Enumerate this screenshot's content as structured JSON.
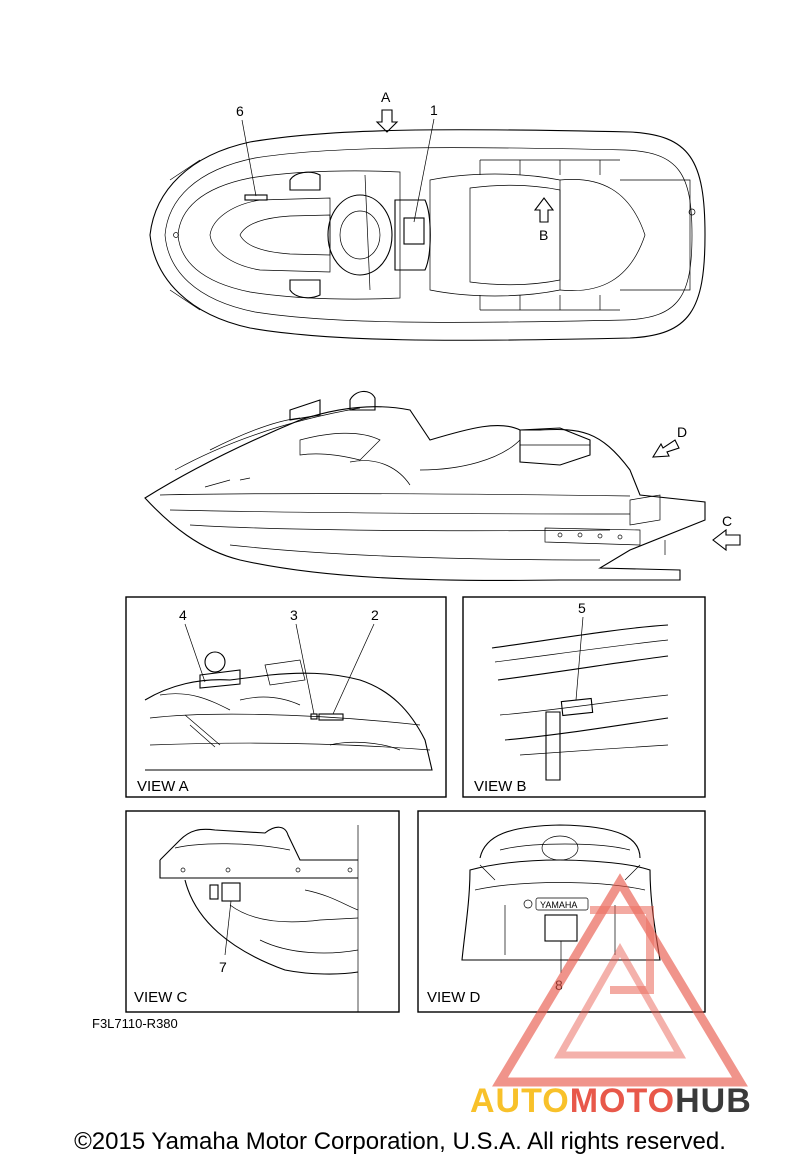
{
  "callouts": {
    "c1": "1",
    "c2": "2",
    "c3": "3",
    "c4": "4",
    "c5": "5",
    "c6": "6",
    "c7": "7",
    "c8": "8"
  },
  "view_arrows": {
    "a": "A",
    "b": "B",
    "c": "C",
    "d": "D"
  },
  "views": {
    "view_a": "VIEW A",
    "view_b": "VIEW B",
    "view_c": "VIEW C",
    "view_d": "VIEW D"
  },
  "badge_text": "YAMAHA",
  "part_code": "F3L7110-R380",
  "copyright": "©2015 Yamaha Motor Corporation, U.S.A. All rights reserved.",
  "watermark": {
    "part1": "AUTO",
    "part2": "MOTO",
    "part3": "HUB",
    "colors": {
      "yellow": "#f8c12a",
      "red": "#e8584a",
      "dark": "#3a3a3a"
    }
  }
}
